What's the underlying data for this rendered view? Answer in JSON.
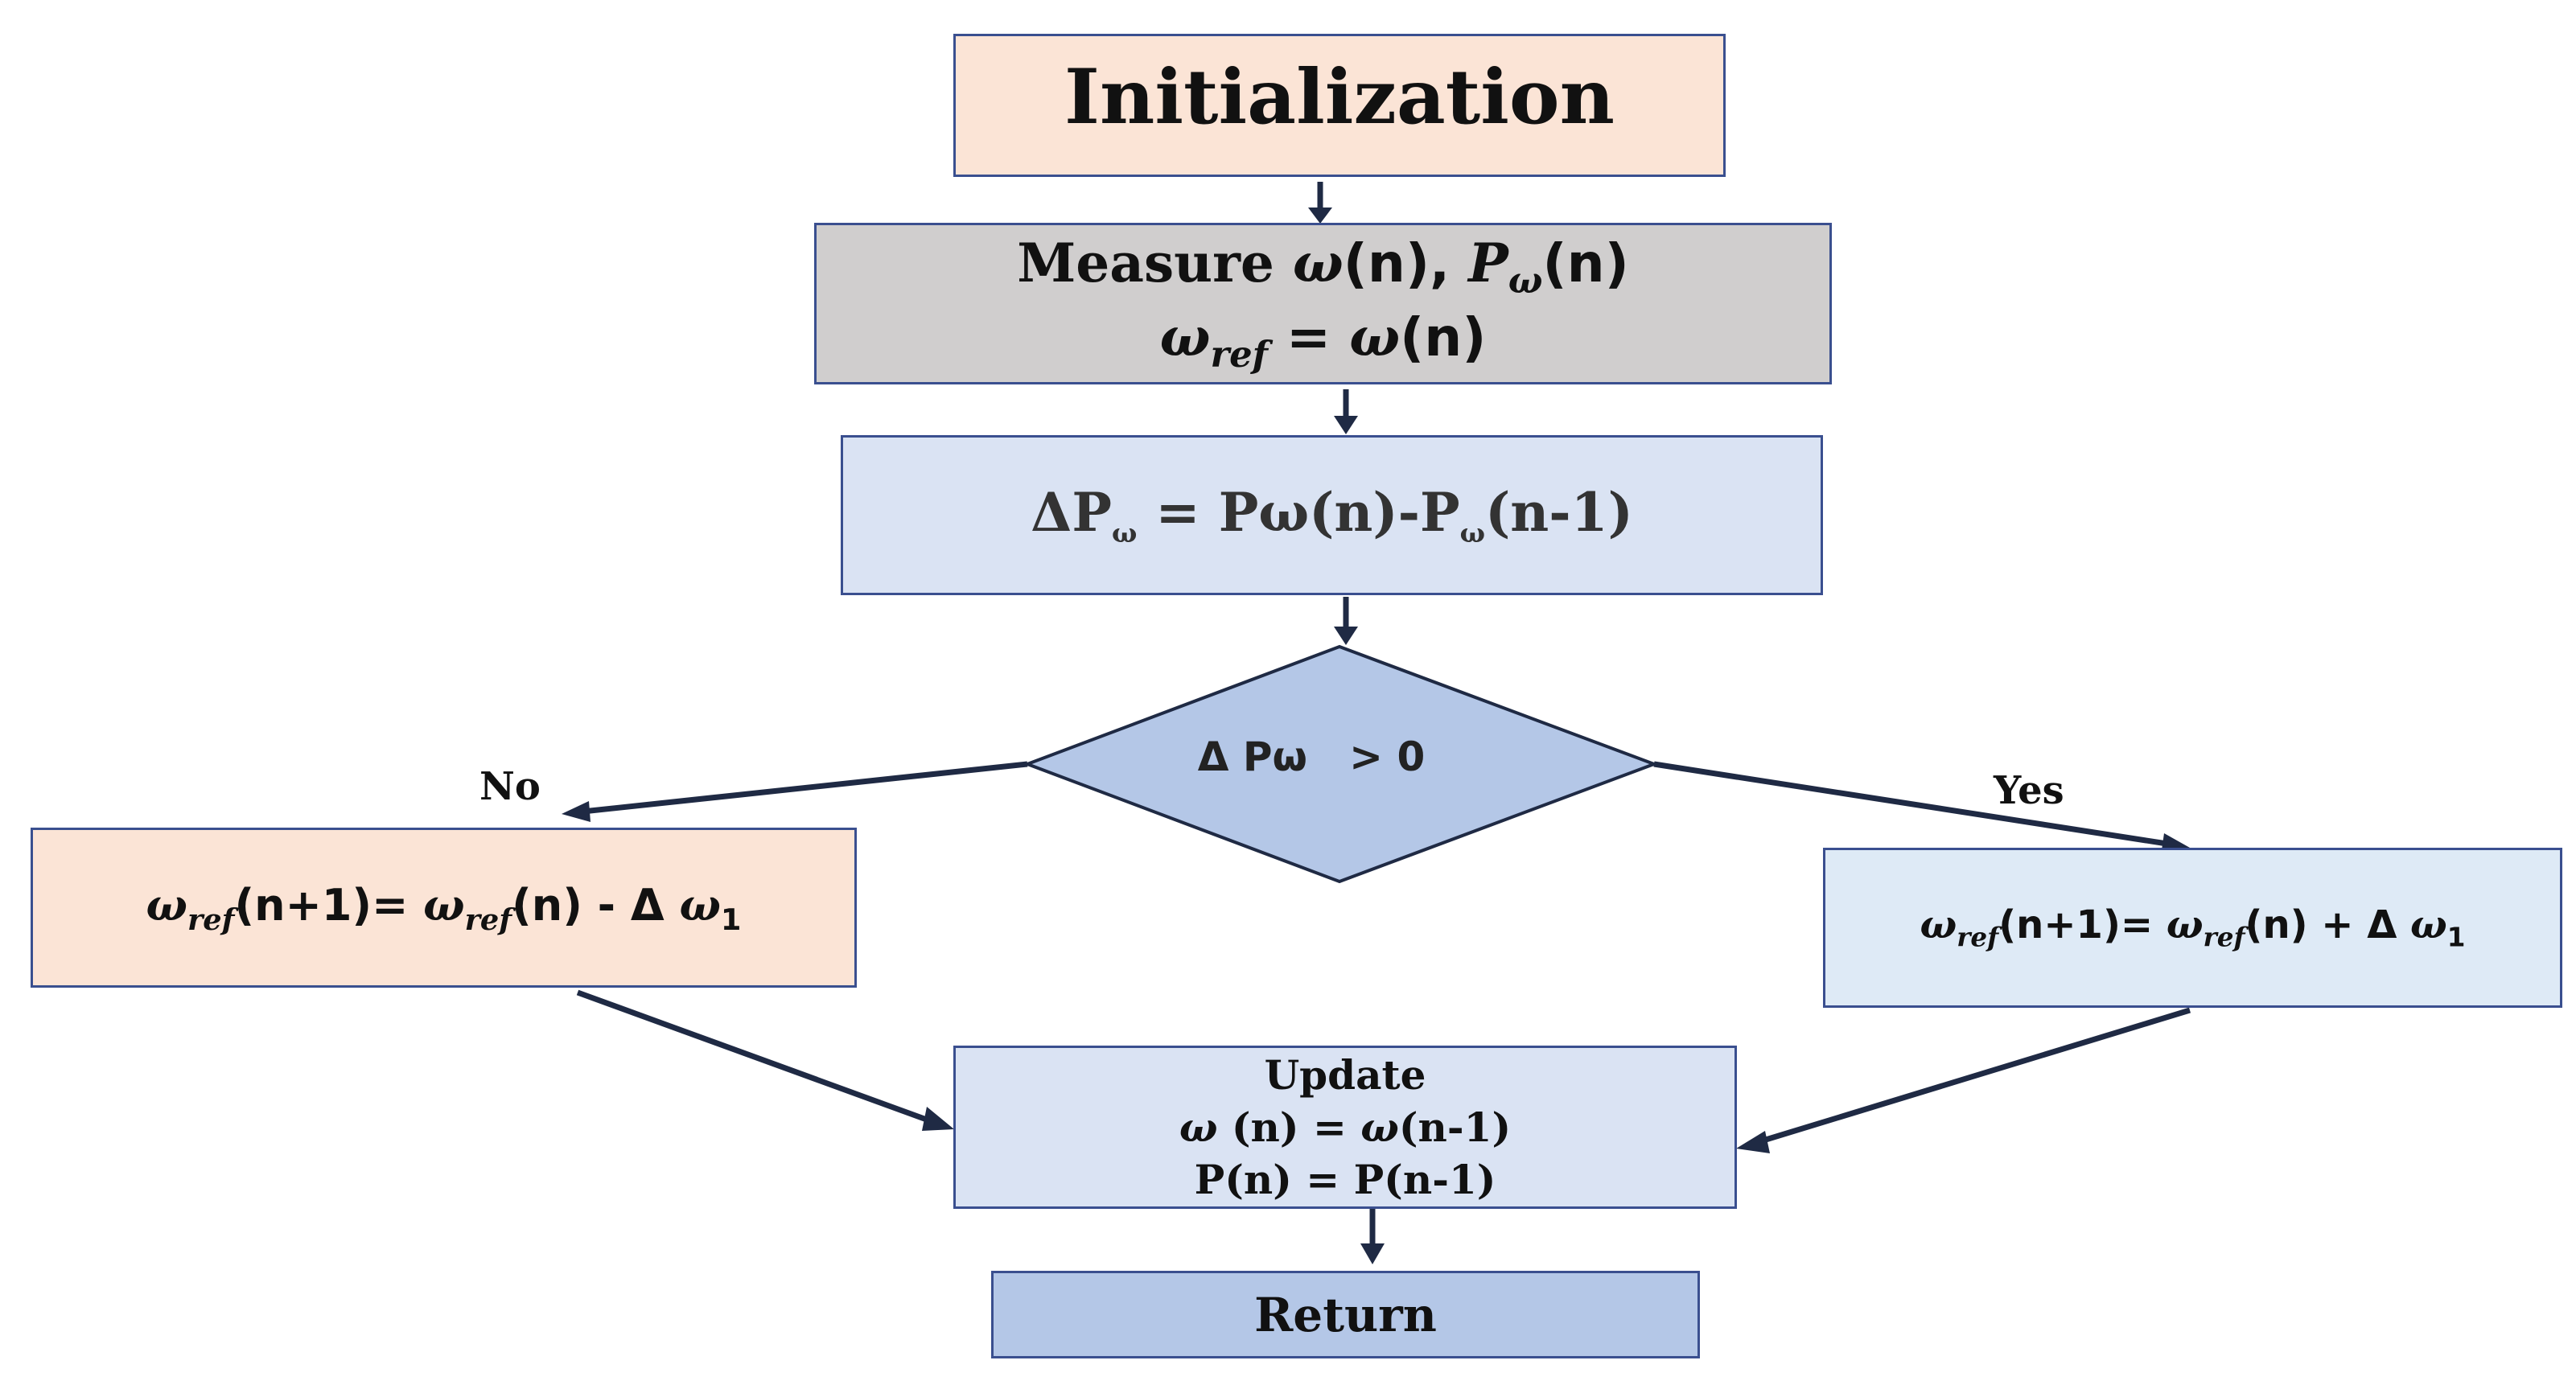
{
  "initialization": {
    "text": "Initialization"
  },
  "measure": {
    "prefix": "Measure ",
    "omega": "ω",
    "n1": "(n), ",
    "p": "P",
    "p_sub": "ω",
    "n2": "(n)",
    "ref_omega": "ω",
    "ref_sub": "ref",
    "eq": " = ",
    "omega2": "ω",
    "n3": "(n)"
  },
  "delta_p": {
    "prefix": "ΔP",
    "sub1": "ω",
    "mid": " = Pω(n)-P",
    "sub2": "ω",
    "suffix": "(n-1)"
  },
  "decision": {
    "text": "Δ Pω   > 0"
  },
  "branches": {
    "no_label": "No",
    "yes_label": "Yes"
  },
  "no_box": {
    "omega1": "ω",
    "sub1": "ref",
    "mid1": "(n+1)= ",
    "omega2": "ω",
    "sub2": "ref",
    "mid2": "(n) - Δ ",
    "omega3": "ω",
    "sub3": "1"
  },
  "yes_box": {
    "omega1": "ω",
    "sub1": "ref",
    "mid1": "(n+1)= ",
    "omega2": "ω",
    "sub2": "ref",
    "mid2": "(n) + Δ ",
    "omega3": "ω",
    "sub3": "1"
  },
  "update": {
    "line1": "Update",
    "line2_omega": "ω",
    "line2_rest": " (n) = ",
    "line2_omega2": "ω",
    "line2_rest2": "(n-1)",
    "line3": "P(n) = P(n-1)"
  },
  "return": {
    "text": "Return"
  },
  "colors": {
    "border": "#3a4f8f",
    "arrow": "#1f2a44",
    "peach": "#fbe4d6",
    "gray": "#d0cece",
    "light_blue": "#dae3f3",
    "mid_blue": "#b4c7e7"
  }
}
